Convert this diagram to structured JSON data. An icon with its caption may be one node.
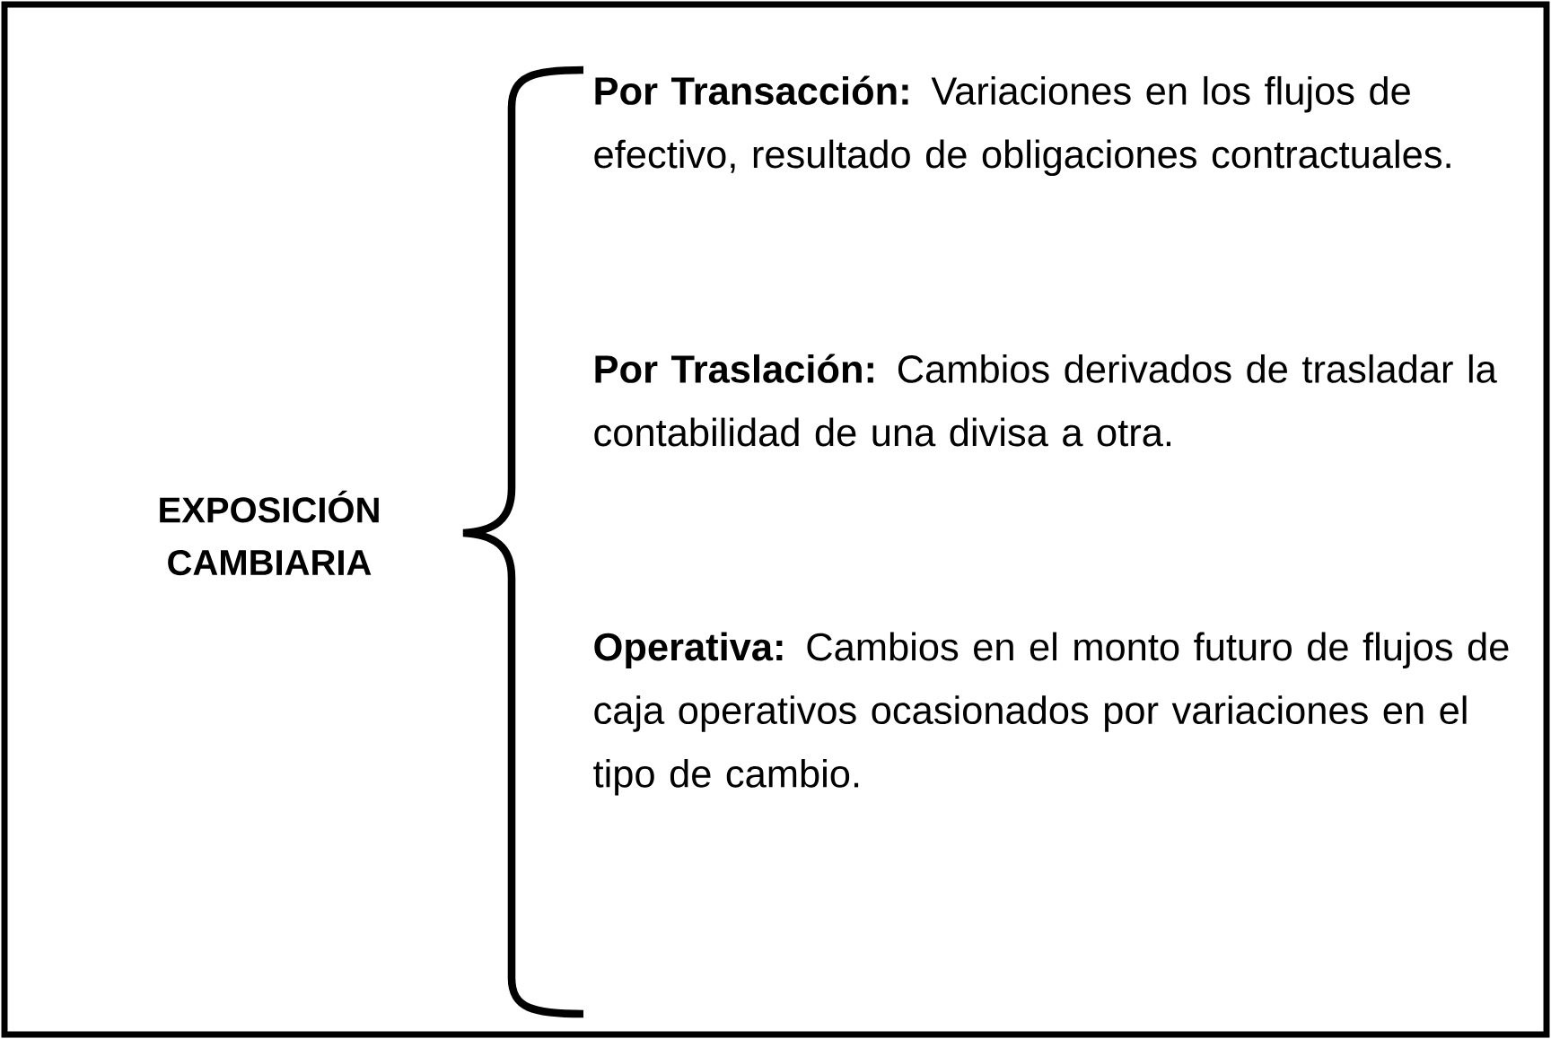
{
  "diagram": {
    "labels": [
      "EXPOSICIÓN CAMBIARIA",
      "**Por Transacción:** Variaciones en los flujos de efectivo, resultado de obligaciones contractuales.",
      "**Por Traslación:** Cambios derivados de trasladar la contabilidad de una divisa a otra.",
      "**Operativa:** Cambios en el monto futuro de flujos de caja operativos ocasionados por variaciones en el tipo de cambio."
    ]
  }
}
